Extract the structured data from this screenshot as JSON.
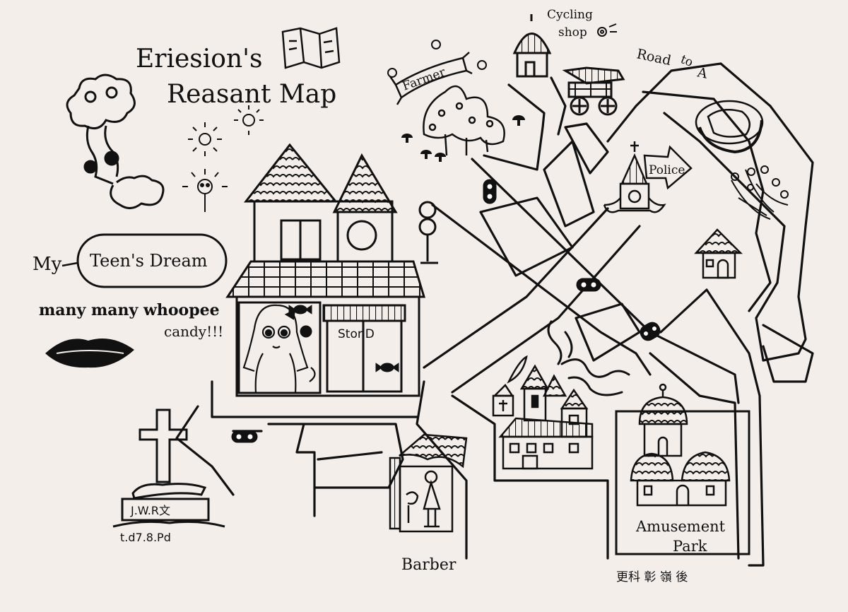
{
  "title": {
    "line1": "Eriesion's",
    "line2": "Reasant Map"
  },
  "tagline": {
    "prefix": "My",
    "bubble": "Teen's Dream"
  },
  "candy": {
    "line1": "many many whoopee",
    "line2": "candy!!!"
  },
  "store_sign": "Stor.D",
  "labels": {
    "cycling": [
      "Cycling",
      "shop"
    ],
    "road": [
      "Road",
      "to",
      "A"
    ],
    "farmer": "Farmer",
    "police": "Police",
    "barber": "Barber",
    "amusement": [
      "Amusement",
      "Park"
    ]
  },
  "grave": {
    "plate": "J.W.R文",
    "date": "t.d7.8.Pd"
  },
  "signature": "更科 彰 嶺 後",
  "colors": {
    "paper": "#f3eeea",
    "ink": "#111111"
  }
}
